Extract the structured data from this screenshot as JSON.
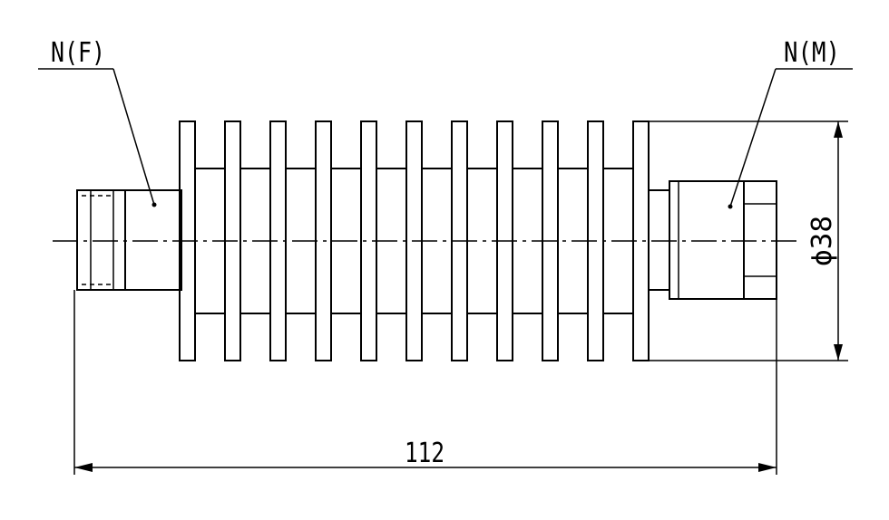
{
  "labels": {
    "left_connector": "N(F)",
    "right_connector": "N(M)",
    "diameter": "ϕ38",
    "length": "112"
  }
}
